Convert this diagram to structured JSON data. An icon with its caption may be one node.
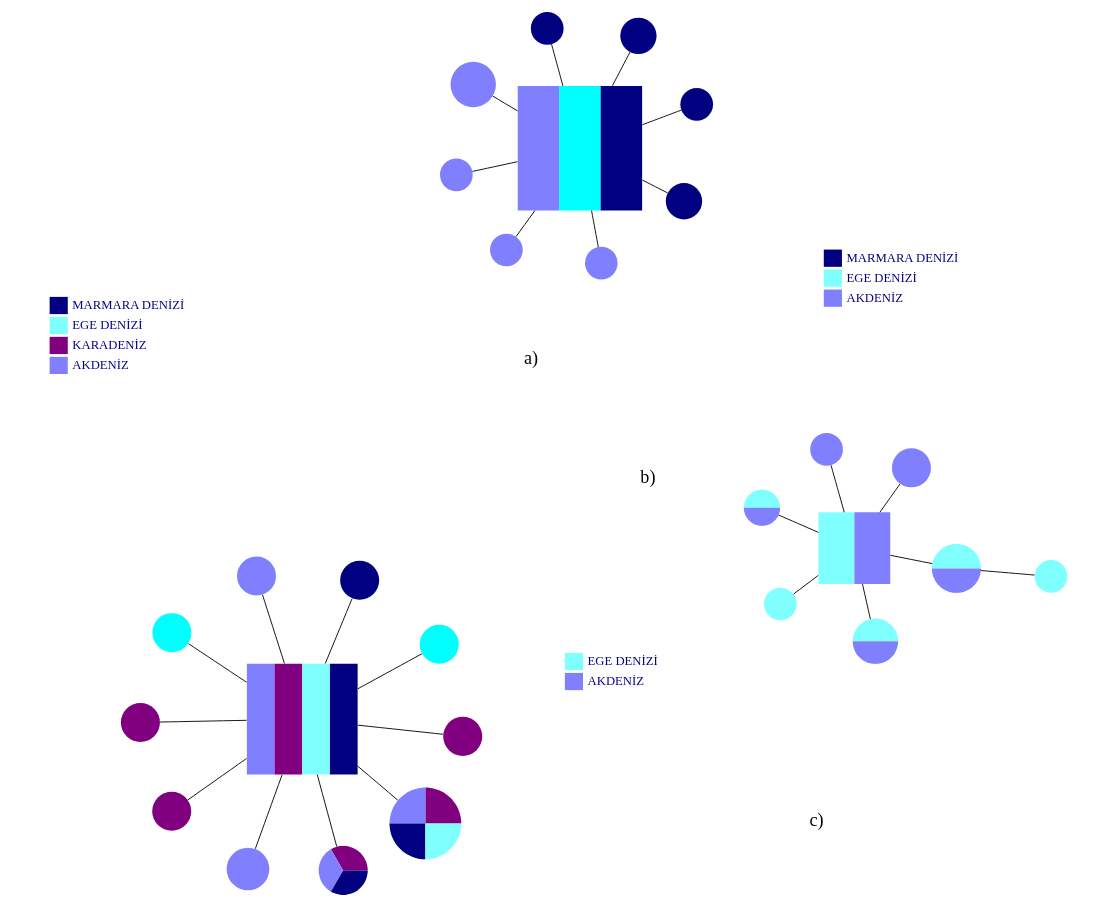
{
  "diagram": {
    "nodes": [
      {
        "text": [],
        "shape": "box"
      },
      {
        "text": [],
        "shape": "circle"
      },
      {
        "text": [],
        "shape": "circle"
      },
      {
        "text": [],
        "shape": "circle"
      },
      {
        "text": [],
        "shape": "circle"
      },
      {
        "text": [],
        "shape": "circle"
      },
      {
        "text": [],
        "shape": "circle"
      },
      {
        "text": [],
        "shape": "circle"
      },
      {
        "text": [],
        "shape": "circle"
      },
      {
        "text": [],
        "shape": "circle"
      },
      {
        "text": [],
        "shape": "circle"
      },
      {
        "text": [],
        "shape": "box"
      },
      {
        "text": [],
        "shape": "circle"
      },
      {
        "text": [],
        "shape": "circle"
      },
      {
        "text": [],
        "shape": "circle"
      },
      {
        "text": [],
        "shape": "circle"
      },
      {
        "text": [],
        "shape": "circle"
      },
      {
        "text": [],
        "shape": "circle"
      },
      {
        "text": [],
        "shape": "circle"
      },
      {
        "text": [],
        "shape": "circle"
      },
      {
        "text": [],
        "shape": "circle"
      },
      {
        "text": [],
        "shape": "circle"
      },
      {
        "text": [],
        "shape": "circle"
      },
      {
        "text": [],
        "shape": "box"
      },
      {
        "text": [],
        "shape": "circle"
      },
      {
        "text": [],
        "shape": "circle"
      },
      {
        "text": [],
        "shape": "circle"
      },
      {
        "text": [],
        "shape": "circle"
      }
    ],
    "edges": [
      {
        "from": 0,
        "to": 1,
        "arrow": "none"
      },
      {
        "from": 0,
        "to": 2,
        "arrow": "none"
      },
      {
        "from": 0,
        "to": 3,
        "arrow": "none"
      },
      {
        "from": 0,
        "to": 4,
        "arrow": "none"
      },
      {
        "from": 0,
        "to": 5,
        "arrow": "none"
      },
      {
        "from": 0,
        "to": 6,
        "arrow": "none"
      },
      {
        "from": 0,
        "to": 7,
        "arrow": "none"
      },
      {
        "from": 0,
        "to": 8,
        "arrow": "none"
      },
      {
        "from": 0,
        "to": 9,
        "arrow": "none"
      },
      {
        "from": 0,
        "to": 10,
        "arrow": "none"
      },
      {
        "from": 11,
        "to": 12,
        "arrow": "none"
      },
      {
        "from": 11,
        "to": 13,
        "arrow": "none"
      },
      {
        "from": 11,
        "to": 14,
        "arrow": "none"
      },
      {
        "from": 11,
        "to": 15,
        "arrow": "none"
      },
      {
        "from": 11,
        "to": 16,
        "arrow": "none"
      },
      {
        "from": 11,
        "to": 17,
        "arrow": "none"
      },
      {
        "from": 11,
        "to": 18,
        "arrow": "none"
      },
      {
        "from": 11,
        "to": 19,
        "arrow": "none"
      },
      {
        "from": 23,
        "to": 20,
        "arrow": "none"
      },
      {
        "from": 21,
        "to": 22,
        "arrow": "none"
      },
      {
        "from": 22,
        "to": 23,
        "arrow": "none"
      },
      {
        "from": 23,
        "to": 24,
        "arrow": "none"
      },
      {
        "from": 23,
        "to": 25,
        "arrow": "none"
      },
      {
        "from": 23,
        "to": 26,
        "arrow": "none"
      },
      {
        "from": 23,
        "to": 27,
        "arrow": "none"
      }
    ],
    "labels": [
      "a)",
      "b)",
      "c)"
    ],
    "legend": [
      {
        "text": "MARMARA DENİZİ",
        "color": "#000080"
      },
      {
        "text": "EGE DENİZİ",
        "color": "#80ffff"
      },
      {
        "text": "KARADENİZ",
        "color": "#800080"
      },
      {
        "text": "AKDENİZ",
        "color": "#8080ff"
      },
      {
        "text": "MARMARA DENİZİ",
        "color": "#000080"
      },
      {
        "text": "EGE DENİZİ",
        "color": "#80ffff"
      },
      {
        "text": "AKDENİZ",
        "color": "#8080ff"
      },
      {
        "text": "EGE DENİZİ",
        "color": "#80ffff"
      },
      {
        "text": "AKDENİZ",
        "color": "#8080ff"
      }
    ]
  }
}
